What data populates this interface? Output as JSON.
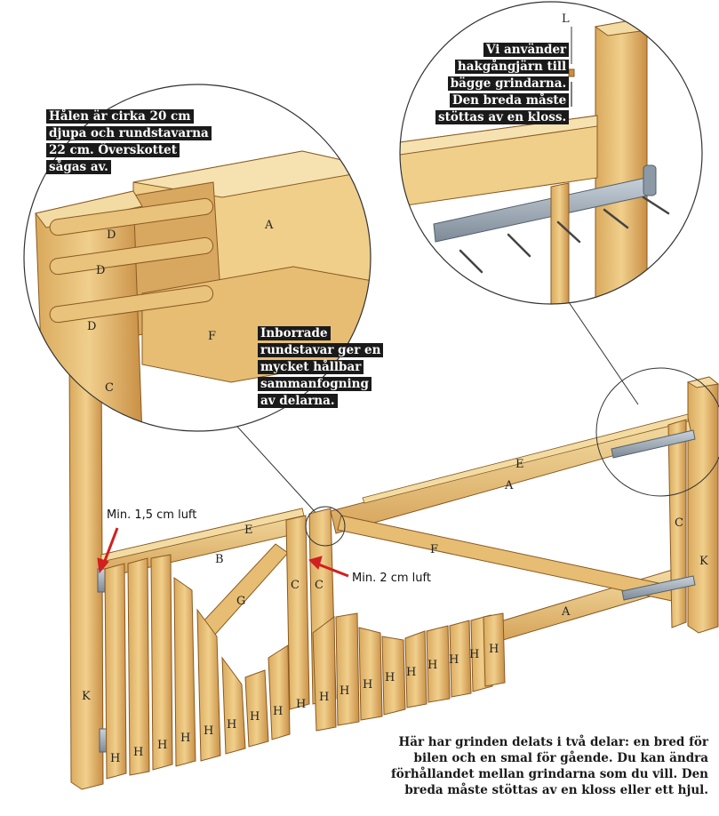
{
  "callouts": {
    "holes": [
      "Hålen är cirka 20 cm",
      "djupa och rundstavarna",
      "22 cm. Överskottet",
      "sågas av."
    ],
    "dowels": [
      "Inborrade",
      "rundstavar ger en",
      "mycket hållbar",
      "sammanfogning",
      "av delarna."
    ],
    "hinges": [
      "Vi använder",
      "hakgångjärn till",
      "bägge grindarna.",
      "Den breda måste",
      "stöttas av en kloss."
    ]
  },
  "note": [
    "Här har grinden delats i två delar: en bred för",
    "bilen och en smal för gående. Du kan ändra",
    "förhållandet mellan grindarna som du vill. Den",
    "breda måste stöttas av en kloss eller ett hjul."
  ],
  "gaps": {
    "left": "Min. 1,5 cm luft",
    "middle": "Min. 2 cm luft"
  },
  "labels": {
    "A": "A",
    "B": "B",
    "C": "C",
    "D": "D",
    "E": "E",
    "F": "F",
    "G": "G",
    "H": "H",
    "K": "K",
    "L": "L"
  },
  "colors": {
    "wood": "#e8c47e",
    "wood_dark": "#c98f45",
    "wood_light": "#f3dca3",
    "metal": "#9aa7b4",
    "arrow": "#d21f1f"
  }
}
